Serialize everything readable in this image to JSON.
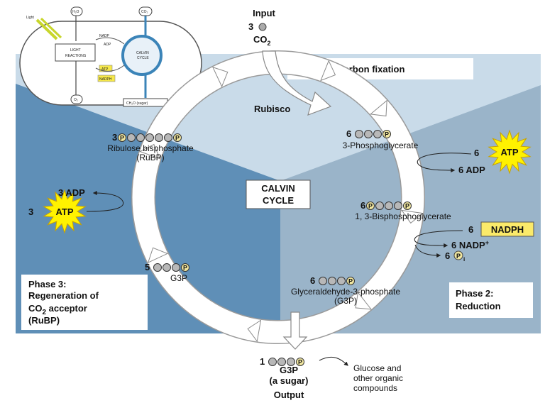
{
  "input": {
    "title": "Input",
    "count": "3",
    "molecule": "CO",
    "molecule_sub": "2"
  },
  "phase1": {
    "label": "Phase 1: Carbon fixation"
  },
  "phase2": {
    "line1": "Phase 2:",
    "line2": "Reduction"
  },
  "phase3": {
    "line1": "Phase 3:",
    "line2": "Regeneration of",
    "line3a": "CO",
    "line3sub": "2",
    "line3b": " acceptor",
    "line4": "(RuBP)"
  },
  "center": {
    "line1": "CALVIN",
    "line2": "CYCLE"
  },
  "enzyme": {
    "rubisco": "Rubisco"
  },
  "molecules": {
    "ribp": {
      "count": "3",
      "name": "Ribulose bisphosphate",
      "abbr": "(RuBP)"
    },
    "pga": {
      "count": "6",
      "name": "3-Phosphoglycerate"
    },
    "bpg": {
      "count": "6",
      "name": "1, 3-Bisphosphoglycerate"
    },
    "g3p": {
      "count": "6",
      "name": "Glyceraldehyde-3-phosphate",
      "abbr": "(G3P)"
    },
    "g3p_regen": {
      "count": "5",
      "name": "G3P"
    },
    "output": {
      "count": "1",
      "name": "G3P",
      "note": "(a sugar)",
      "title": "Output"
    }
  },
  "cofactors": {
    "atp_right": {
      "count": "6",
      "label": "ATP"
    },
    "adp_right": {
      "text": "6 ADP"
    },
    "nadph": {
      "count": "6",
      "label": "NADPH"
    },
    "nadp": {
      "text": "6 NADP",
      "sup": "+"
    },
    "pi": {
      "count": "6",
      "sub": "i"
    },
    "atp_left": {
      "count": "3",
      "label": "ATP"
    },
    "adp_left": {
      "text": "3 ADP"
    }
  },
  "products": {
    "line1": "Glucose and",
    "line2": "other organic",
    "line3": "compounds"
  },
  "phosphate": "P",
  "inset": {
    "light": "Light",
    "h2o": "H₂O",
    "co2": "CO₂",
    "o2": "O₂",
    "light_reactions1": "LIGHT",
    "light_reactions2": "REACTIONS",
    "calvin1": "CALVIN",
    "calvin2": "CYCLE",
    "nadp": "NADP",
    "adp": "ADP",
    "atp": "ATP",
    "nadph": "NADPH",
    "sugar": "CH₂O (sugar)"
  },
  "colors": {
    "phase1_bg": "#c9dbe9",
    "phase2_bg": "#9ab4c9",
    "phase3_bg": "#5f8fb7",
    "atp_star": "#fff200",
    "nadph_box": "#fbea6a",
    "calvin_ring_inset": "#3b84b8"
  }
}
